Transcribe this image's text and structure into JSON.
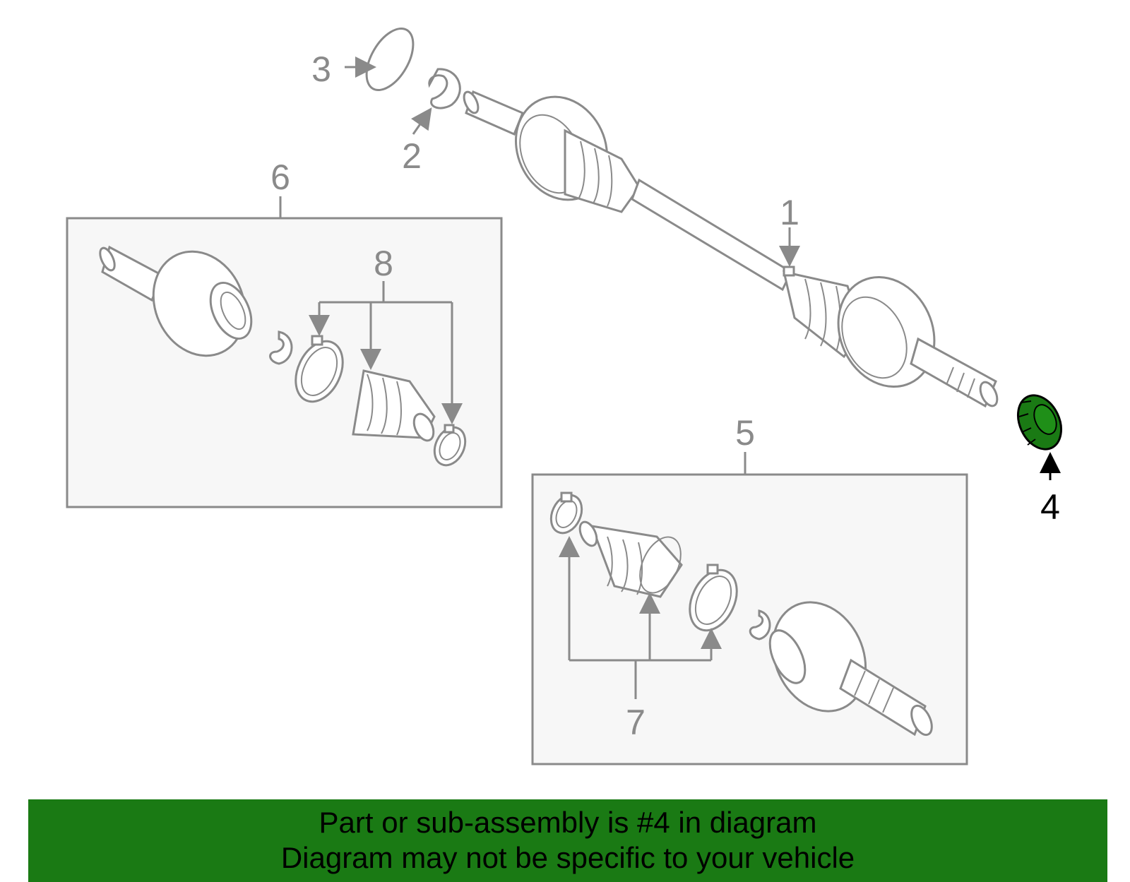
{
  "callouts": {
    "c1": "1",
    "c2": "2",
    "c3": "3",
    "c4": "4",
    "c5": "5",
    "c6": "6",
    "c7": "7",
    "c8": "8"
  },
  "highlighted_part": "4",
  "colors": {
    "highlight": "#1a7a14",
    "banner": "#1a7a14",
    "line": "#8a8a8a"
  },
  "banner": {
    "line1": "Part or sub-assembly is #4 in diagram",
    "line2": "Diagram may not be specific to your vehicle"
  }
}
